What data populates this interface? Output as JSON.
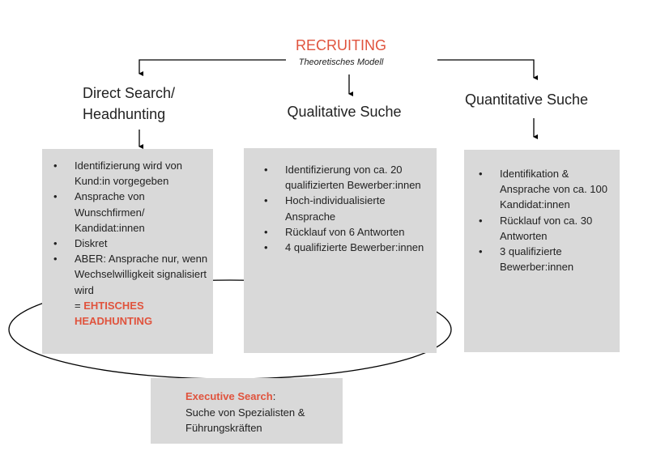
{
  "title": "RECRUITING",
  "subtitle": "Theoretisches Modell",
  "columns": [
    {
      "heading_line1": "Direct Search/",
      "heading_line2": "Headhunting",
      "items": [
        "Identifizierung wird von Kund:in vorgegeben",
        "Ansprache von Wunschfirmen/ Kandidat:innen",
        "Diskret",
        "ABER: Ansprache nur, wenn Wechselwilligkeit signalisiert wird"
      ],
      "emphasis_prefix": "= ",
      "emphasis_text": "EHTISCHES HEADHUNTING"
    },
    {
      "heading": "Qualitative Suche",
      "items": [
        "Identifizierung von ca. 20 qualifizierten Bewerber:innen",
        "Hoch-individualisierte Ansprache",
        "Rücklauf von 6 Antworten",
        "4 qualifizierte Bewerber:innen"
      ]
    },
    {
      "heading": "Quantitative Suche",
      "items": [
        "Identifikation & Ansprache von ca. 100 Kandidat:innen",
        "Rücklauf von ca. 30 Antworten",
        "3 qualifizierte Bewerber:innen"
      ]
    }
  ],
  "executive": {
    "label": "Executive Search",
    "suffix": ":",
    "line1": "Suche von Spezialisten &",
    "line2": "Führungskräften"
  },
  "colors": {
    "accent": "#e0533d",
    "box": "#d9d9d9",
    "text": "#222222",
    "line": "#000000"
  }
}
